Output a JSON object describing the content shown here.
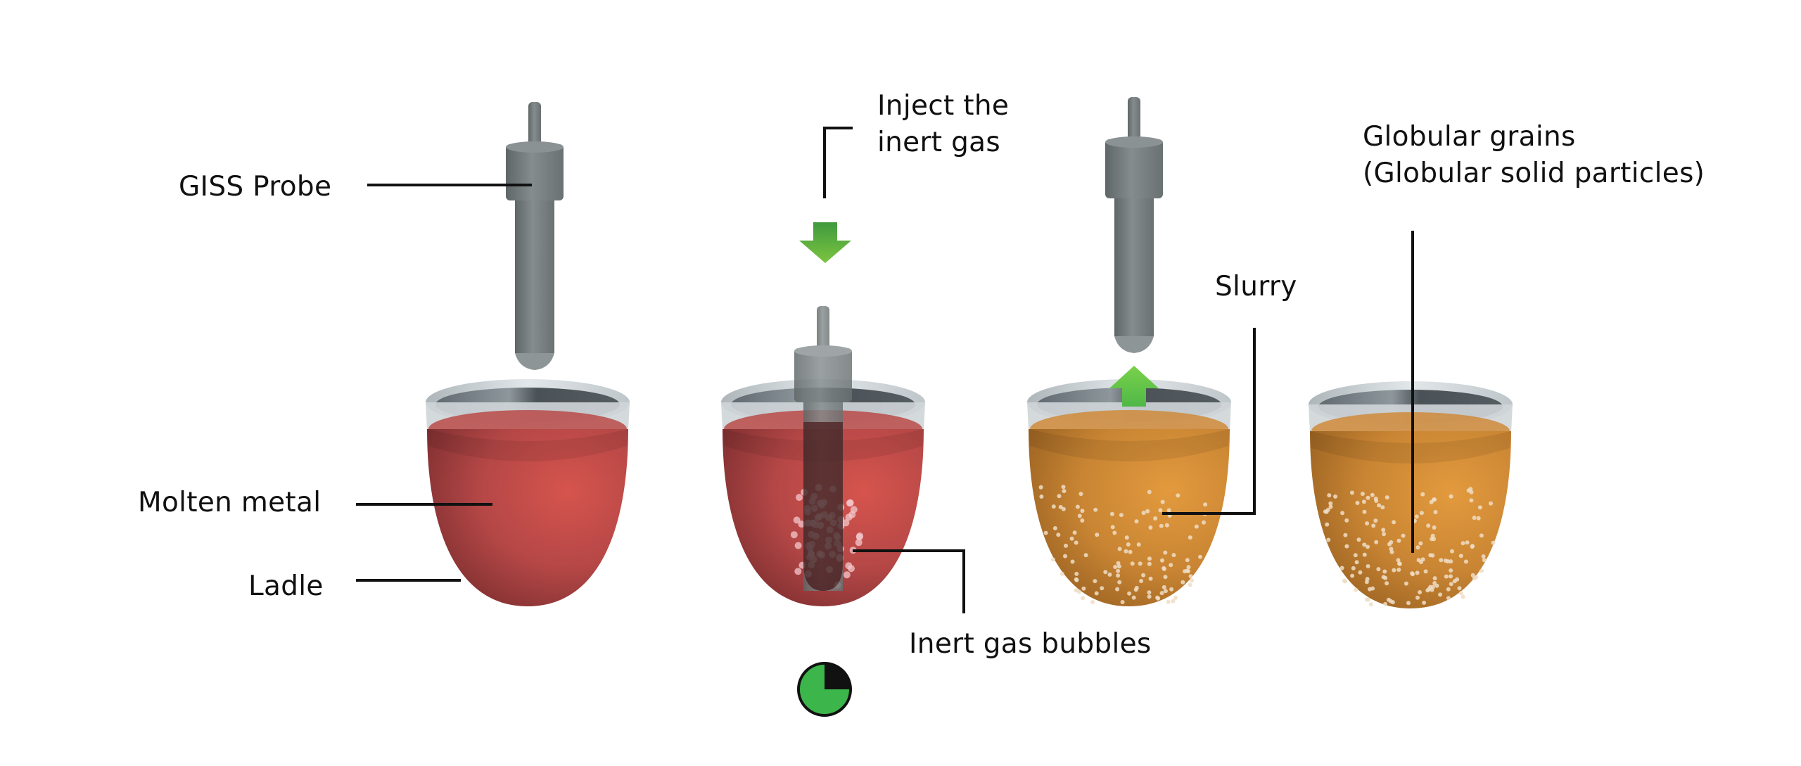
{
  "figure": {
    "title": "GISS process: gas induced semi-solid slurry formation",
    "colors": {
      "background": "#ffffff",
      "probe": "#7d8485",
      "probe_dark": "#5f6667",
      "ladle_rim": "#c9d0d4",
      "ladle_inner": "#4f575c",
      "molten_metal": "#b84a48",
      "slurry": "#cf8a3a",
      "green_arrow": "#6cc04a",
      "timer_fill": "#3cb54a",
      "timer_elapsed": "#111111",
      "leader_line": "#111111"
    }
  },
  "stages": [
    {
      "id": "stage-1",
      "state": "molten",
      "probe": "raised",
      "contents": "Molten metal"
    },
    {
      "id": "stage-2",
      "state": "injecting",
      "probe": "immersed",
      "contents": "Molten metal with inert gas bubbles"
    },
    {
      "id": "stage-3",
      "state": "withdrawing",
      "probe": "raised",
      "contents": "Slurry"
    },
    {
      "id": "stage-4",
      "state": "slurry",
      "probe": "none",
      "contents": "Globular grains"
    }
  ],
  "labels": {
    "giss_probe": "GISS Probe",
    "molten_metal": "Molten metal",
    "ladle": "Ladle",
    "inject_line1": "Inject the",
    "inject_line2": "inert gas",
    "inert_gas_bubbles": "Inert gas bubbles",
    "slurry": "Slurry",
    "globular_line1": "Globular grains",
    "globular_line2": "(Globular solid particles)"
  },
  "arrows": [
    {
      "name": "inject-arrow",
      "direction": "down"
    },
    {
      "name": "withdraw-arrow",
      "direction": "up"
    }
  ],
  "timer": {
    "elapsed_fraction": 0.25
  }
}
